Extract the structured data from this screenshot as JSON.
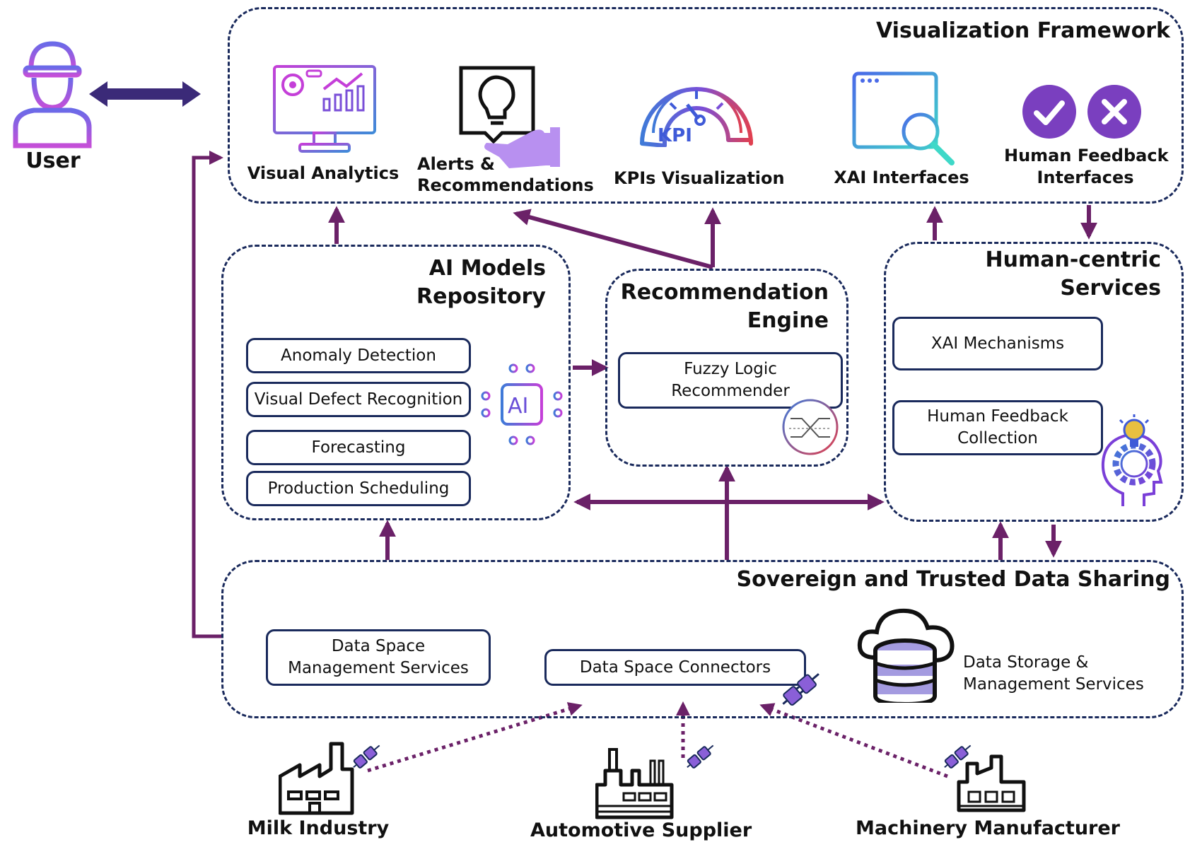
{
  "user": {
    "label": "User"
  },
  "visualization": {
    "title": "Visualization Framework",
    "visual_analytics": "Visual Analytics",
    "alerts_line1": "Alerts &",
    "alerts_line2": "Recommendations",
    "kpis": "KPIs Visualization",
    "kpi_icon_text": "KPI",
    "xai": "XAI Interfaces",
    "human_feedback_line1": "Human Feedback",
    "human_feedback_line2": "Interfaces"
  },
  "ai_models": {
    "title": "AI Models Repository",
    "items": [
      "Anomaly Detection",
      "Visual Defect Recognition",
      "Forecasting",
      "Production Scheduling"
    ],
    "icon_text": "AI"
  },
  "recommendation": {
    "title_line1": "Recommendation",
    "title_line2": "Engine",
    "fuzzy_line1": "Fuzzy Logic",
    "fuzzy_line2": "Recommender"
  },
  "human_centric": {
    "title_line1": "Human-centric",
    "title_line2": "Services",
    "xai_mechanisms": "XAI Mechanisms",
    "feedback_line1": "Human Feedback",
    "feedback_line2": "Collection"
  },
  "data_sharing": {
    "title": "Sovereign and Trusted Data Sharing",
    "mgmt_line1": "Data Space",
    "mgmt_line2": "Management Services",
    "connectors": "Data Space Connectors",
    "storage_line1": "Data Storage &",
    "storage_line2": "Management Services"
  },
  "sources": [
    "Milk Industry",
    "Automotive Supplier",
    "Machinery Manufacturer"
  ],
  "colors": {
    "panel_border": "#1a2a5c",
    "arrow": "#6b2168",
    "accent": "#7a3fd1",
    "plug": "#8a5fd8"
  }
}
